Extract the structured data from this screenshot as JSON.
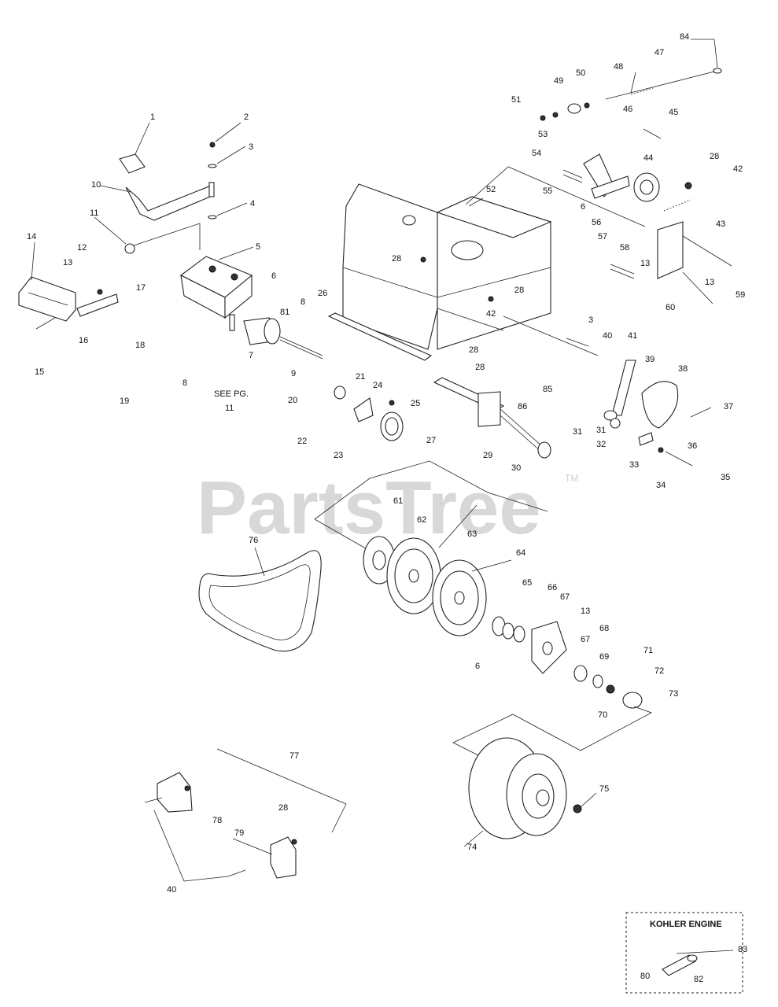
{
  "watermark": {
    "text": "PartsTree",
    "tm": "TM"
  },
  "see_page": {
    "line1": "SEE PG.",
    "line2": "11"
  },
  "inset": {
    "title": "KOHLER ENGINE",
    "labels": [
      "83",
      "80",
      "82"
    ]
  },
  "callouts": [
    "1",
    "2",
    "3",
    "4",
    "5",
    "6",
    "7",
    "8",
    "9",
    "10",
    "11",
    "12",
    "13",
    "14",
    "15",
    "16",
    "17",
    "18",
    "19",
    "20",
    "21",
    "22",
    "23",
    "24",
    "25",
    "26",
    "27",
    "28",
    "29",
    "30",
    "31",
    "32",
    "33",
    "34",
    "35",
    "36",
    "37",
    "38",
    "39",
    "40",
    "41",
    "42",
    "43",
    "44",
    "45",
    "46",
    "47",
    "48",
    "49",
    "50",
    "51",
    "52",
    "53",
    "54",
    "55",
    "56",
    "57",
    "58",
    "59",
    "60",
    "61",
    "62",
    "63",
    "64",
    "65",
    "66",
    "67",
    "68",
    "69",
    "70",
    "71",
    "72",
    "73",
    "74",
    "75",
    "76",
    "77",
    "78",
    "79",
    "81",
    "84",
    "85",
    "86"
  ]
}
